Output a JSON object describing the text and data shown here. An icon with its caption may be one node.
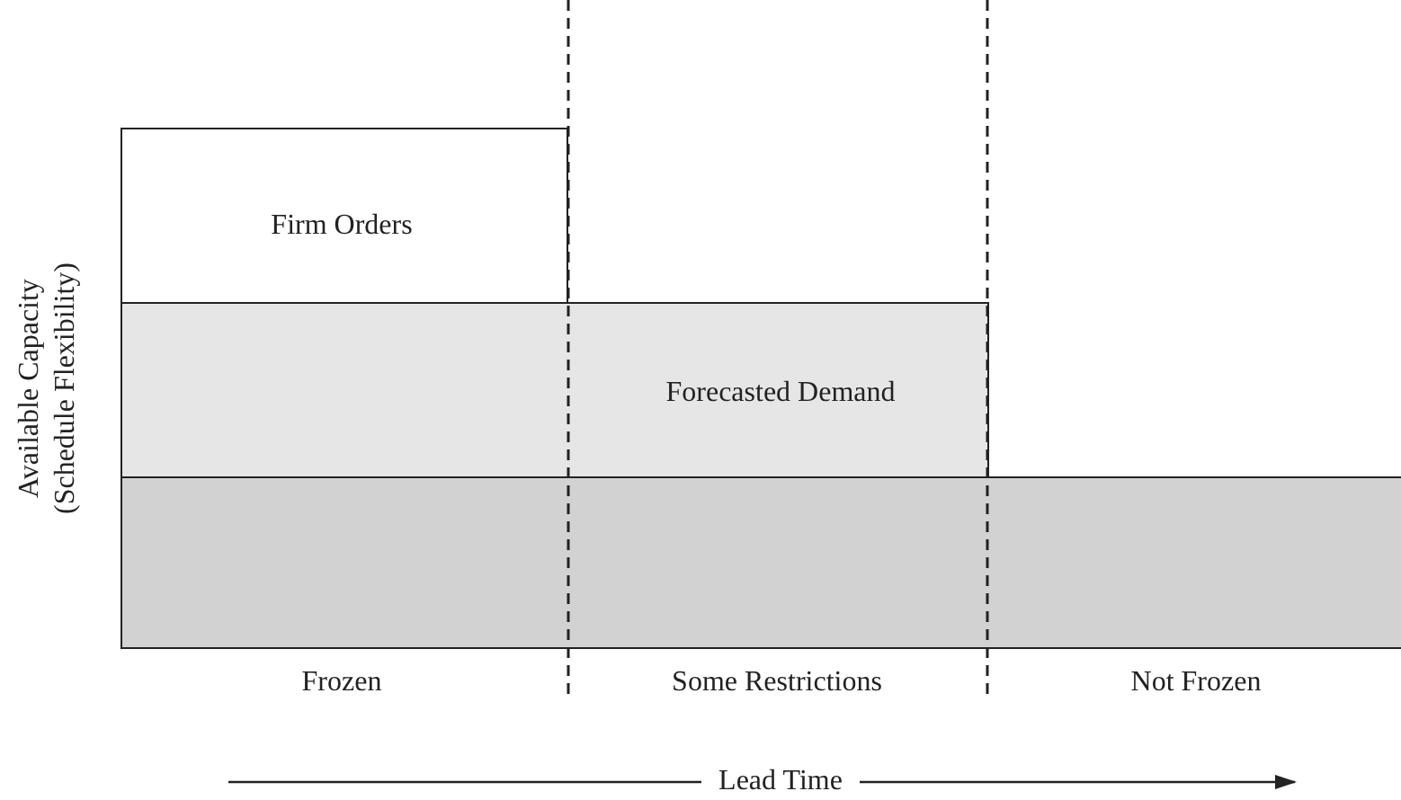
{
  "diagram": {
    "nodes": [
      {
        "text": [
          "Firm Orders"
        ]
      },
      {
        "text": [
          "Forecasted Demand"
        ]
      },
      {
        "text": [],
        "shape": "bar"
      }
    ],
    "labels": [
      "Available Capacity (Schedule Flexibility)",
      "Frozen",
      "Some Restrictions",
      "Not Frozen",
      "Lead Time"
    ]
  }
}
